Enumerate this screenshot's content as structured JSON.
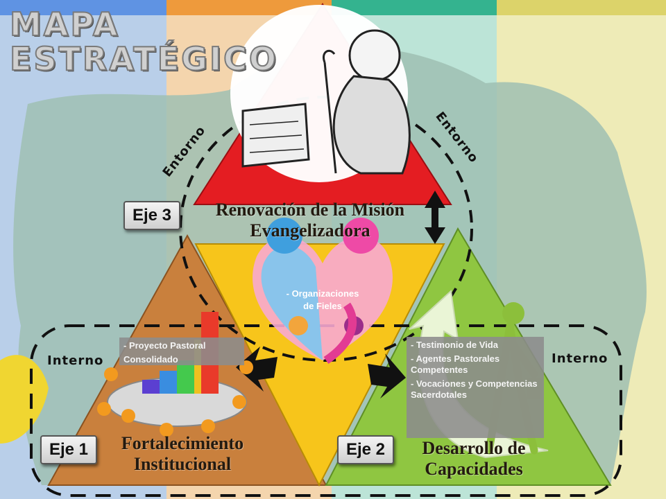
{
  "title": {
    "line1": "MAPA",
    "line2": "ESTRATÉGICO"
  },
  "axes": {
    "eje1": {
      "badge": "Eje 1",
      "label_line1": "Fortalecimiento",
      "label_line2": "Institucional"
    },
    "eje2": {
      "badge": "Eje 2",
      "label_line1": "Desarrollo de",
      "label_line2": "Capacidades"
    },
    "eje3": {
      "badge": "Eje 3",
      "label_line1": "Renovación de la Misión",
      "label_line2": "Evangelizadora"
    }
  },
  "labels": {
    "entorno_left": "Entorno",
    "entorno_right": "Entorno",
    "interno_left": "Interno",
    "interno_right": "Interno"
  },
  "eje1_box": {
    "item1": "- Proyecto Pastoral",
    "item2": "Consolidado"
  },
  "eje2_box": {
    "item1": "- Testimonio de Vida",
    "item2": "- Agentes Pastorales Competentes",
    "item3": "- Vocaciones y Competencias Sacerdotales"
  },
  "center": {
    "line1": "- Organizaciones",
    "line2": "de Fieles"
  },
  "colors": {
    "stripe_blue": "#6d9ee8",
    "stripe_orange": "#f0a040",
    "stripe_green": "#3fbf9a",
    "stripe_yellow": "#e6e07a",
    "top_triangle": "#e0191e",
    "left_triangle": "#c87a35",
    "right_triangle": "#8fc63e",
    "center_triangle": "#f6c21a"
  },
  "icons": {
    "pastor": "good-shepherd-illustration",
    "family": "family-heart-illustration",
    "meeting": "team-meeting-illustration",
    "growth": "growth-arrow-figure-illustration"
  }
}
